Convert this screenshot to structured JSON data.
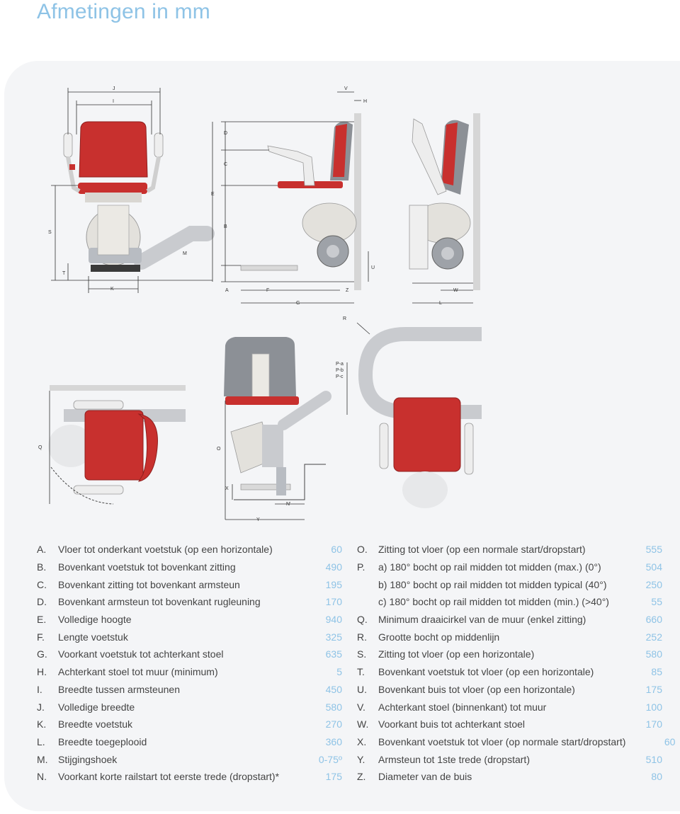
{
  "page": {
    "title": "Afmetingen in mm"
  },
  "diagram": {
    "labels": {
      "J": "J",
      "I": "I",
      "S": "S",
      "T": "T",
      "K": "K",
      "M": "M",
      "D": "D",
      "C": "C",
      "E": "E",
      "B": "B",
      "A": "A",
      "F": "F",
      "Z": "Z",
      "G": "G",
      "V": "V",
      "H": "H",
      "U": "U",
      "W": "W",
      "L": "L",
      "R": "R",
      "Pa": "P-a",
      "Pb": "P-b",
      "Pc": "P-c",
      "Q": "Q",
      "O": "O",
      "X": "X",
      "N": "N'",
      "Y": "Y"
    }
  },
  "colors": {
    "accent": "#8ec3e6",
    "seat_red": "#c8302e",
    "rail_grey": "#c9cbcf"
  },
  "dimensions": {
    "left": [
      {
        "letter": "A.",
        "desc": "Vloer tot onderkant voetstuk (op een horizontale)",
        "value": "60"
      },
      {
        "letter": "B.",
        "desc": "Bovenkant voetstuk tot bovenkant zitting",
        "value": "490"
      },
      {
        "letter": "C.",
        "desc": "Bovenkant zitting tot bovenkant armsteun",
        "value": "195"
      },
      {
        "letter": "D.",
        "desc": "Bovenkant armsteun tot bovenkant rugleuning",
        "value": "170"
      },
      {
        "letter": "E.",
        "desc": "Volledige hoogte",
        "value": "940"
      },
      {
        "letter": "F.",
        "desc": "Lengte voetstuk",
        "value": "325"
      },
      {
        "letter": "G.",
        "desc": "Voorkant voetstuk tot achterkant stoel",
        "value": "635"
      },
      {
        "letter": "H.",
        "desc": "Achterkant stoel tot muur (minimum)",
        "value": "5"
      },
      {
        "letter": "I.",
        "desc": "Breedte tussen armsteunen",
        "value": "450"
      },
      {
        "letter": "J.",
        "desc": "Volledige breedte",
        "value": "580"
      },
      {
        "letter": "K.",
        "desc": "Breedte voetstuk",
        "value": "270"
      },
      {
        "letter": "L.",
        "desc": "Breedte toegeplooid",
        "value": "360"
      },
      {
        "letter": "M.",
        "desc": "Stijgingshoek",
        "value": "0-75º"
      },
      {
        "letter": "N.",
        "desc": "Voorkant korte railstart tot eerste trede (dropstart)*",
        "value": "175"
      }
    ],
    "right": [
      {
        "letter": "O.",
        "desc": "Zitting tot vloer (op een normale start/dropstart)",
        "value": "555"
      },
      {
        "letter": "P.",
        "desc": "a) 180° bocht op rail midden tot midden (max.) (0°)",
        "value": "504"
      },
      {
        "letter": "",
        "desc": "b) 180° bocht op rail midden tot midden typical (40°)",
        "value": "250"
      },
      {
        "letter": "",
        "desc": "c) 180° bocht op rail midden tot midden (min.) (>40°)",
        "value": "55"
      },
      {
        "letter": "Q.",
        "desc": "Minimum draaicirkel van de muur (enkel zitting)",
        "value": "660"
      },
      {
        "letter": "R.",
        "desc": "Grootte bocht op middenlijn",
        "value": "252"
      },
      {
        "letter": "S.",
        "desc": "Zitting tot vloer (op een horizontale)",
        "value": "580"
      },
      {
        "letter": "T.",
        "desc": "Bovenkant voetstuk tot vloer (op een horizontale)",
        "value": "85"
      },
      {
        "letter": "U.",
        "desc": "Bovenkant buis tot vloer (op een horizontale)",
        "value": "175"
      },
      {
        "letter": "V.",
        "desc": "Achterkant stoel (binnenkant) tot muur",
        "value": "100"
      },
      {
        "letter": "W.",
        "desc": "Voorkant buis tot achterkant stoel",
        "value": "170"
      },
      {
        "letter": "X.",
        "desc": "Bovenkant voetstuk tot vloer (op normale start/dropstart)",
        "value": "60"
      },
      {
        "letter": "Y.",
        "desc": "Armsteun tot 1ste trede (dropstart)",
        "value": "510"
      },
      {
        "letter": "Z.",
        "desc": "Diameter van de buis",
        "value": "80"
      }
    ]
  }
}
